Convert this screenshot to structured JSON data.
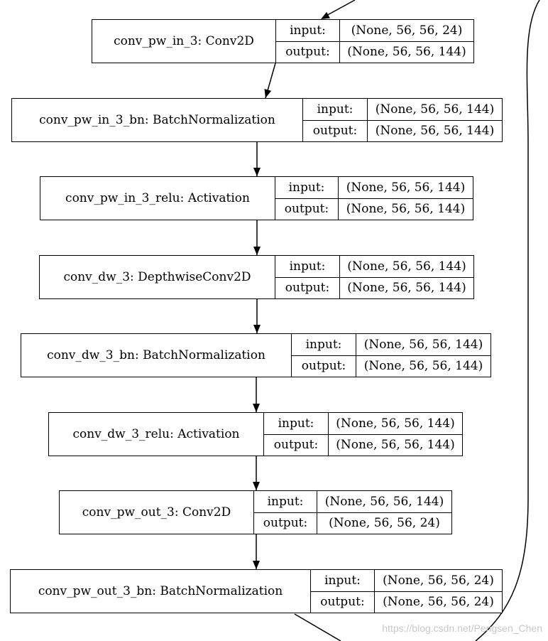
{
  "diagram": {
    "nodes": [
      {
        "id": "n1",
        "name": "conv_pw_in_3: Conv2D",
        "input": "(None, 56, 56, 24)",
        "output": "(None, 56, 56, 144)"
      },
      {
        "id": "n2",
        "name": "conv_pw_in_3_bn: BatchNormalization",
        "input": "(None, 56, 56, 144)",
        "output": "(None, 56, 56, 144)"
      },
      {
        "id": "n3",
        "name": "conv_pw_in_3_relu: Activation",
        "input": "(None, 56, 56, 144)",
        "output": "(None, 56, 56, 144)"
      },
      {
        "id": "n4",
        "name": "conv_dw_3: DepthwiseConv2D",
        "input": "(None, 56, 56, 144)",
        "output": "(None, 56, 56, 144)"
      },
      {
        "id": "n5",
        "name": "conv_dw_3_bn: BatchNormalization",
        "input": "(None, 56, 56, 144)",
        "output": "(None, 56, 56, 144)"
      },
      {
        "id": "n6",
        "name": "conv_dw_3_relu: Activation",
        "input": "(None, 56, 56, 144)",
        "output": "(None, 56, 56, 144)"
      },
      {
        "id": "n7",
        "name": "conv_pw_out_3: Conv2D",
        "input": "(None, 56, 56, 144)",
        "output": "(None, 56, 56, 24)"
      },
      {
        "id": "n8",
        "name": "conv_pw_out_3_bn: BatchNormalization",
        "input": "(None, 56, 56, 24)",
        "output": "(None, 56, 56, 24)"
      }
    ],
    "edges": [
      {
        "from": "n1",
        "to": "n2"
      },
      {
        "from": "n2",
        "to": "n3"
      },
      {
        "from": "n3",
        "to": "n4"
      },
      {
        "from": "n4",
        "to": "n5"
      },
      {
        "from": "n5",
        "to": "n6"
      },
      {
        "from": "n6",
        "to": "n7"
      },
      {
        "from": "n7",
        "to": "n8"
      }
    ],
    "port_labels": {
      "input": "input:",
      "output": "output:"
    }
  },
  "watermark": "https://blog.csdn.net/Pengsen_Chen"
}
